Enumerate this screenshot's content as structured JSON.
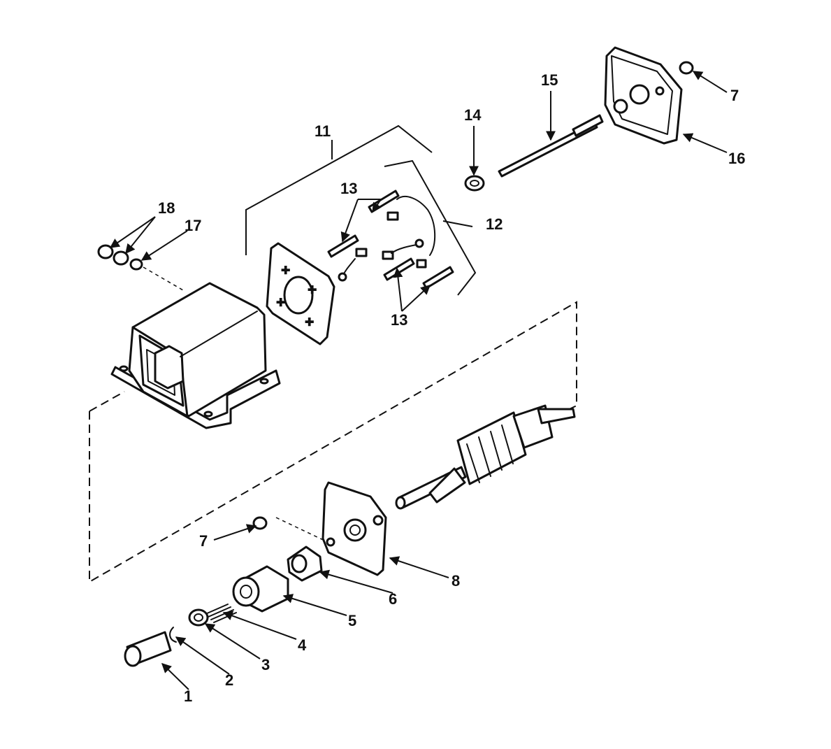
{
  "callouts": {
    "c1": "1",
    "c2": "2",
    "c3": "3",
    "c4": "4",
    "c5": "5",
    "c6": "6",
    "c7a": "7",
    "c7b": "7",
    "c8": "8",
    "c11": "11",
    "c12": "12",
    "c13a": "13",
    "c13b": "13",
    "c14": "14",
    "c15": "15",
    "c16": "16",
    "c17": "17",
    "c18": "18"
  }
}
